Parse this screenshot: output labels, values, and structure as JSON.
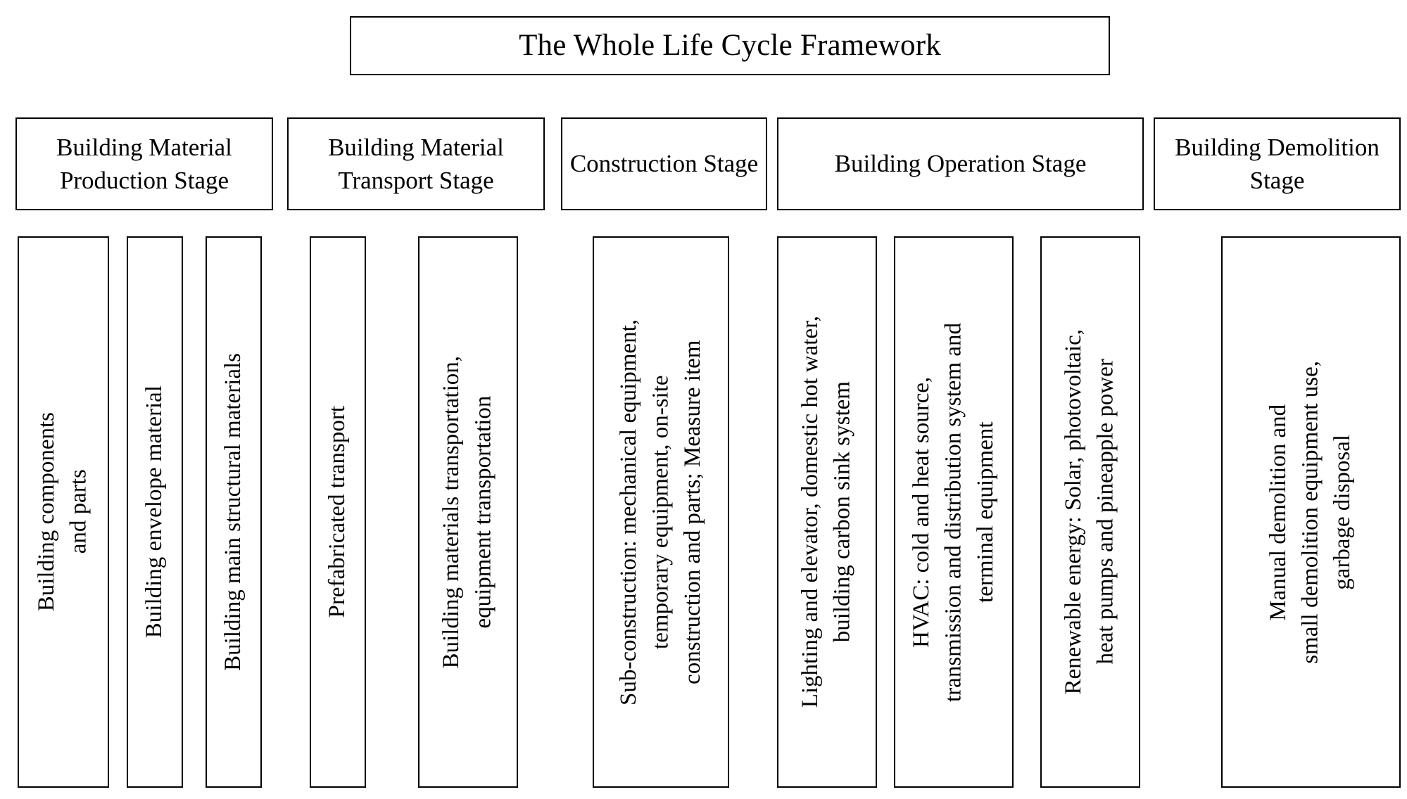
{
  "diagram": {
    "title": "The Whole Life Cycle Framework",
    "stages": [
      {
        "id": "building-material-production-stage",
        "header": "Building Material\nProduction Stage",
        "items": [
          {
            "id": "building-components-and-parts",
            "text": "Building components\nand parts"
          },
          {
            "id": "building-envelope-material",
            "text": "Building envelope material"
          },
          {
            "id": "building-main-structural-materials",
            "text": "Building main structural materials"
          }
        ]
      },
      {
        "id": "building-material-transport-stage",
        "header": "Building Material\nTransport Stage",
        "items": [
          {
            "id": "prefabricated-transport",
            "text": "Prefabricated transport"
          },
          {
            "id": "building-materials-transportation",
            "text": "Building materials transportation,\nequipment transportation"
          }
        ]
      },
      {
        "id": "construction-stage",
        "header": "Construction\nStage",
        "items": [
          {
            "id": "sub-construction",
            "text": "Sub-construction: mechanical equipment,\ntemporary equipment, on-site\nconstruction and parts; Measure item"
          }
        ]
      },
      {
        "id": "building-operation-stage",
        "header": "Building Operation\nStage",
        "items": [
          {
            "id": "lighting-and-elevator",
            "text": "Lighting and elevator, domestic hot water,\nbuilding carbon sink system"
          },
          {
            "id": "hvac",
            "text": "HVAC: cold and heat source,\ntransmission and distribution system and\nterminal equipment"
          },
          {
            "id": "renewable-energy",
            "text": "Renewable energy: Solar, photovoltaic,\nheat pumps and pineapple power"
          }
        ]
      },
      {
        "id": "building-demolition-stage",
        "header": "Building\nDemolition Stage",
        "items": [
          {
            "id": "manual-demolition",
            "text": "Manual demolition and\nsmall demolition equipment use,\ngarbage disposal"
          }
        ]
      }
    ],
    "colors": {
      "background": "#ffffff",
      "border": "#000000",
      "text": "#000000"
    }
  }
}
